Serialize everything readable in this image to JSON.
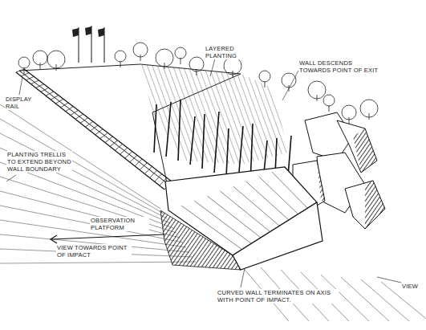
{
  "diagram": {
    "labels": [
      "LAYERED PLANTING",
      "WALL DESCENDS TOWARDS POINT OF EXIT",
      "DISPLAY RAIL",
      "PLANTING TRELLIS TO EXTEND BEYOND WALL BOUNDARY",
      "OBSERVATION PLATFORM",
      "VIEW TOWARDS POINT OF IMPACT",
      "CURVED WALL TERMINATES ON AXIS WITH POINT OF IMPACT.",
      "VIEW"
    ]
  }
}
